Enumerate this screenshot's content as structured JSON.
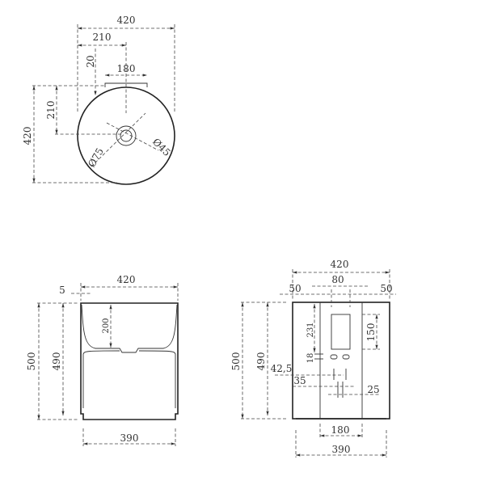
{
  "top_view": {
    "width": "420",
    "half_width": "210",
    "offset": "20",
    "tab_width": "180",
    "half_depth": "210",
    "depth": "420",
    "drain_outer": "Ø75",
    "drain_inner": "Ø45"
  },
  "front_view": {
    "width": "420",
    "wall": "5",
    "height": "500",
    "inner_height": "490",
    "basin_depth": "200",
    "base_width": "390"
  },
  "side_view": {
    "width": "420",
    "center": "80",
    "left_margin": "50",
    "right_margin": "50",
    "height": "500",
    "inner_height": "490",
    "window_top": "231",
    "slot_gap": "18",
    "offset_a": "42,5",
    "offset_b": "35",
    "window_height": "150",
    "offset_c": "25",
    "panel_width": "180",
    "base_width": "390"
  }
}
